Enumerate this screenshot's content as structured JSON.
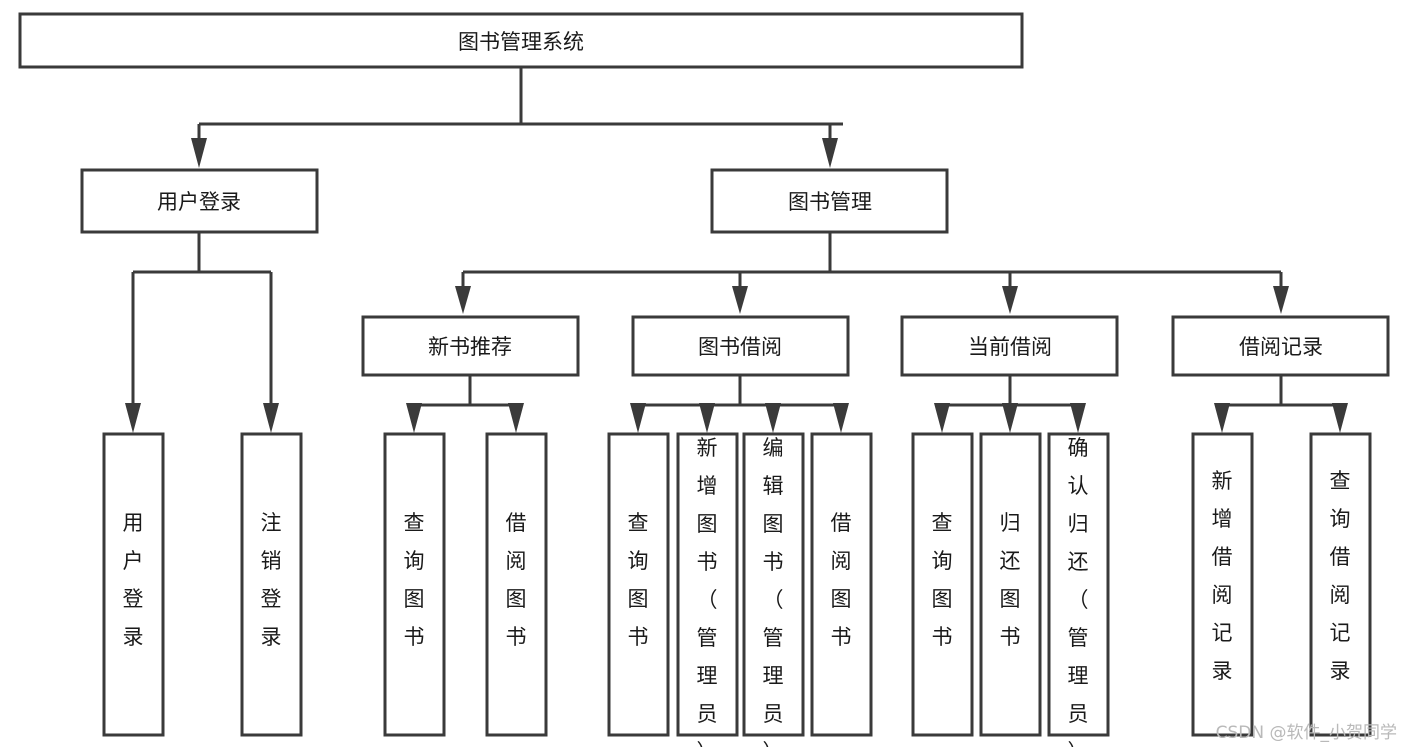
{
  "diagram": {
    "type": "tree-hierarchy",
    "title": "图书管理系统",
    "orientation": "top-down",
    "watermark": "CSDN @软件_小贺同学",
    "colors": {
      "box_stroke": "#3a3a3a",
      "box_fill": "#ffffff",
      "connector": "#3a3a3a",
      "text": "#1a1a1a",
      "watermark": "#b9b9b9",
      "background": "#ffffff"
    },
    "root": {
      "label": "图书管理系统"
    },
    "level2": [
      {
        "id": "user-login",
        "label": "用户登录"
      },
      {
        "id": "book-manage",
        "label": "图书管理"
      }
    ],
    "level3": [
      {
        "id": "new-book-recommend",
        "label": "新书推荐",
        "parent": "book-manage"
      },
      {
        "id": "book-borrow",
        "label": "图书借阅",
        "parent": "book-manage"
      },
      {
        "id": "current-borrow",
        "label": "当前借阅",
        "parent": "book-manage"
      },
      {
        "id": "borrow-record",
        "label": "借阅记录",
        "parent": "book-manage"
      }
    ],
    "leaves": [
      {
        "id": "leaf-user-login",
        "label": "用户登录",
        "parent": "user-login"
      },
      {
        "id": "leaf-logout-login",
        "label": "注销登录",
        "parent": "user-login"
      },
      {
        "id": "leaf-query-book-1",
        "label": "查询图书",
        "parent": "new-book-recommend"
      },
      {
        "id": "leaf-borrow-book-1",
        "label": "借阅图书",
        "parent": "new-book-recommend"
      },
      {
        "id": "leaf-query-book-2",
        "label": "查询图书",
        "parent": "book-borrow"
      },
      {
        "id": "leaf-add-book",
        "label": "新增图书（管理员）",
        "parent": "book-borrow"
      },
      {
        "id": "leaf-edit-book",
        "label": "编辑图书（管理员）",
        "parent": "book-borrow"
      },
      {
        "id": "leaf-borrow-book-2",
        "label": "借阅图书",
        "parent": "book-borrow"
      },
      {
        "id": "leaf-query-book-3",
        "label": "查询图书",
        "parent": "current-borrow"
      },
      {
        "id": "leaf-return-book",
        "label": "归还图书",
        "parent": "current-borrow"
      },
      {
        "id": "leaf-confirm-return",
        "label": "确认归还（管理员）",
        "parent": "current-borrow"
      },
      {
        "id": "leaf-add-record",
        "label": "新增借阅记录",
        "parent": "borrow-record"
      },
      {
        "id": "leaf-query-record",
        "label": "查询借阅记录",
        "parent": "borrow-record"
      }
    ]
  }
}
